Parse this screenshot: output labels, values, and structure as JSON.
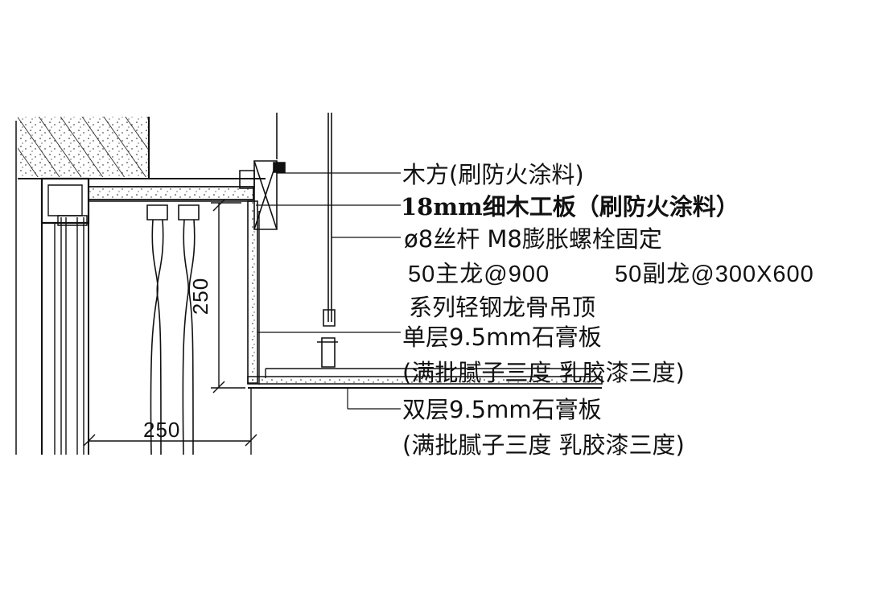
{
  "labels": {
    "wood_block": "木方(刷防火涂料)",
    "plywood": "18mm细木工板（刷防火涂料）",
    "rod": "ø8丝杆 M8膨胀螺栓固定",
    "main_keel": "50主龙@900",
    "sub_keel": "50副龙@300X600",
    "system": "系列轻钢龙骨吊顶",
    "single_layer": "单层9.5mm石膏板",
    "single_finish": "(满批腻子三度  乳胶漆三度)",
    "double_layer": "双层9.5mm石膏板",
    "double_finish": "(满批腻子三度  乳胶漆三度)"
  },
  "dimensions": {
    "vertical": "250",
    "horizontal": "250"
  },
  "colors": {
    "line": "#111111",
    "background": "#ffffff"
  }
}
